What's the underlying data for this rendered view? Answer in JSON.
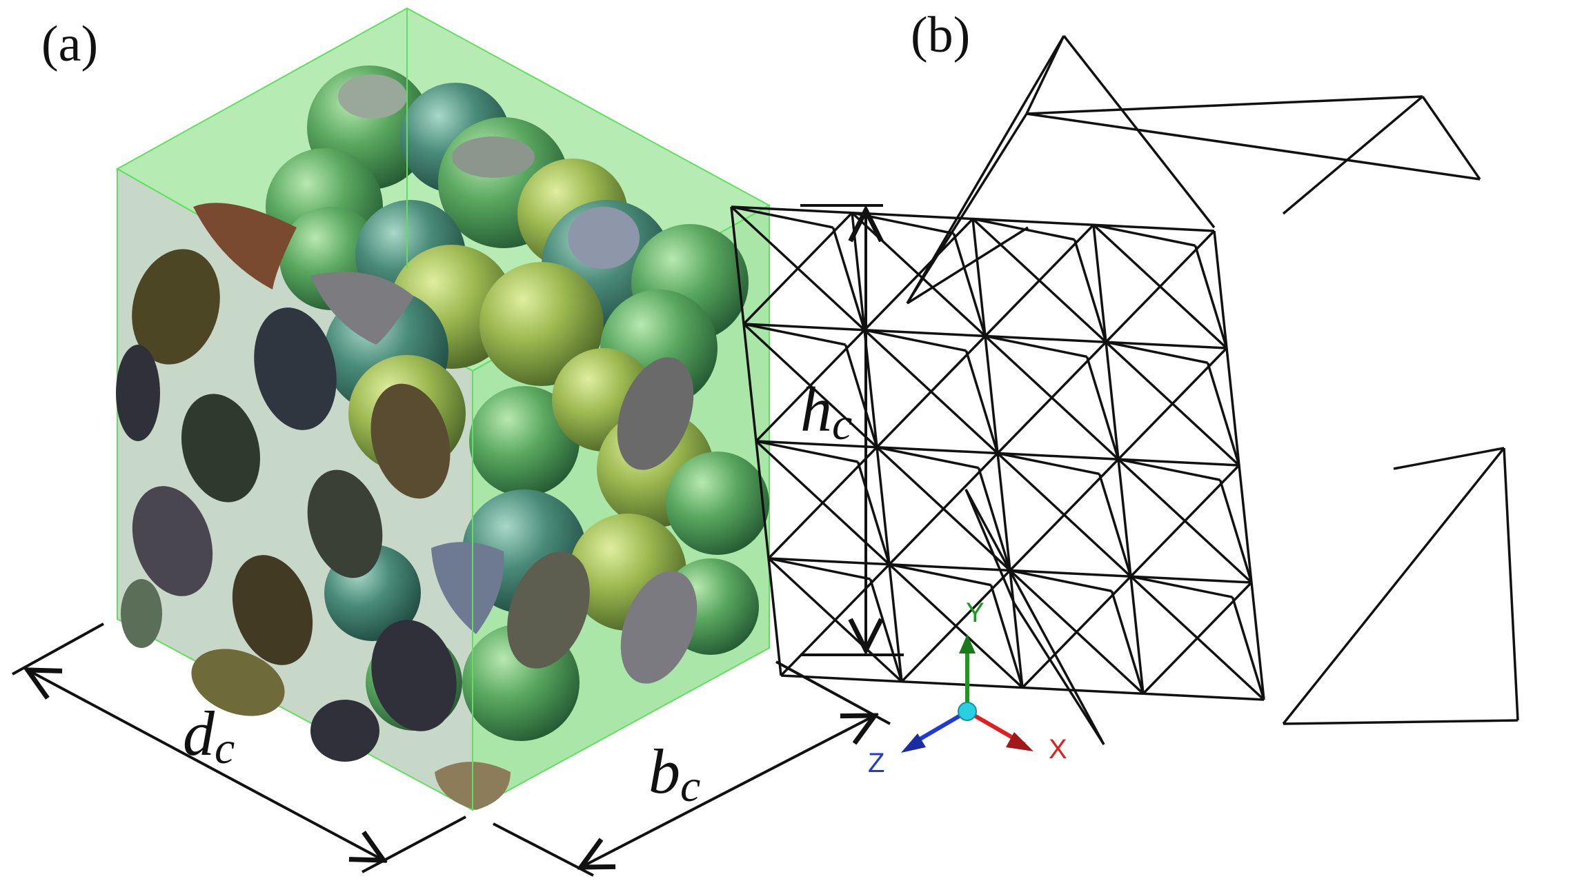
{
  "figure": {
    "panel_a": {
      "label": "(a)"
    },
    "panel_b": {
      "label": "(b)"
    },
    "dimensions": {
      "height": {
        "main": "h",
        "sub": "c"
      },
      "depth": {
        "main": "d",
        "sub": "c"
      },
      "breadth": {
        "main": "b",
        "sub": "c"
      }
    },
    "triad": {
      "x": {
        "label": "X",
        "color": "#e02020"
      },
      "y": {
        "label": "Y",
        "color": "#1a9a1a"
      },
      "z": {
        "label": "Z",
        "color": "#1f3ad6"
      },
      "origin_color": "#2ad0e0"
    },
    "colors": {
      "box_fill": "#a8e8a8",
      "box_edge": "#5ee05e",
      "lattice": "#111111"
    }
  }
}
